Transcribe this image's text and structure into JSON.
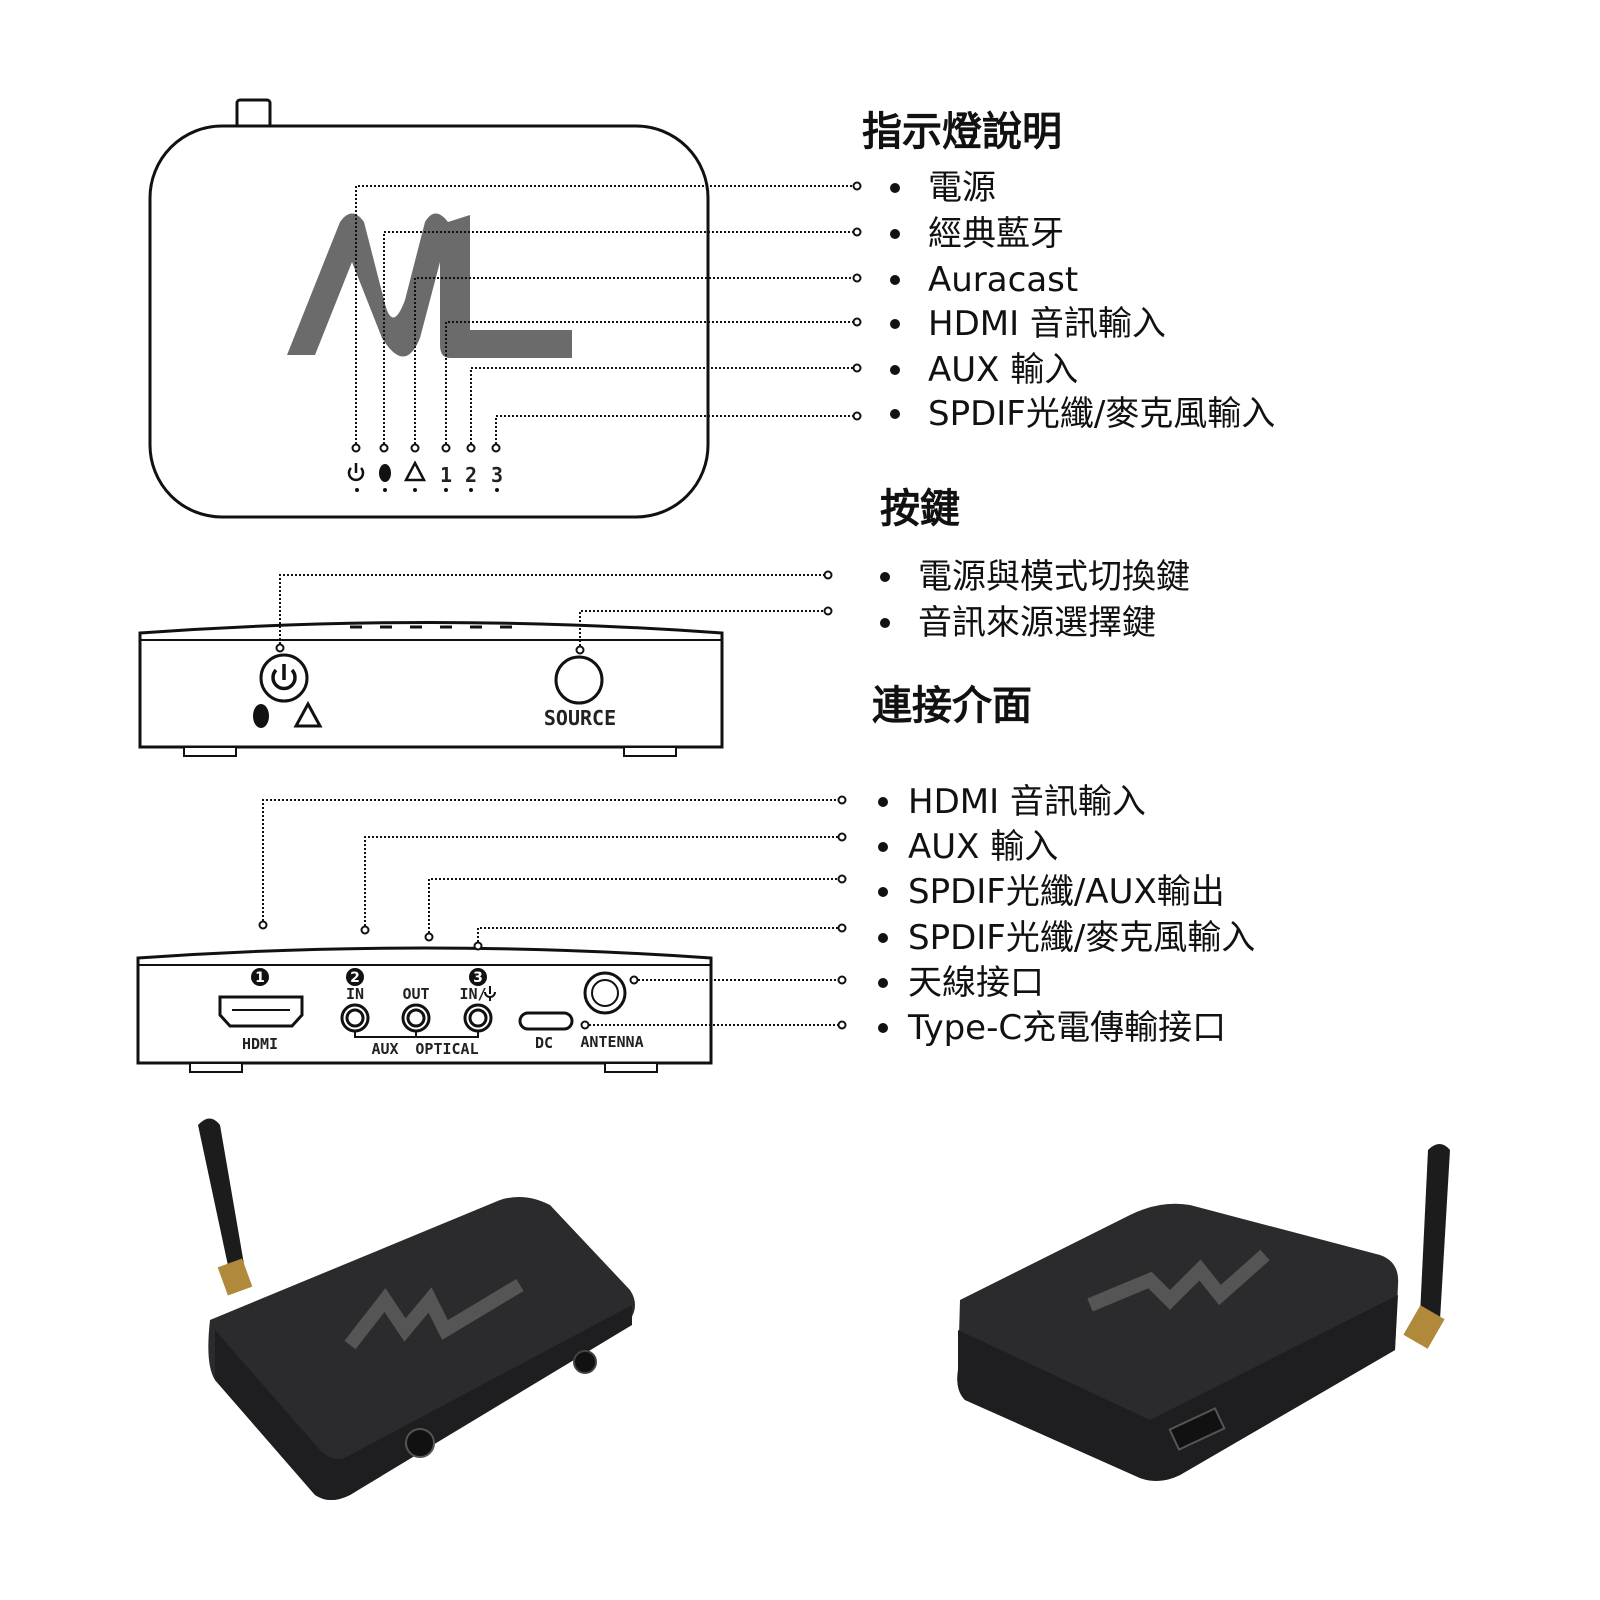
{
  "indicators": {
    "title": "指示燈說明",
    "items": [
      "電源",
      "經典藍牙",
      "Auracast",
      "HDMI 音訊輸入",
      "AUX 輸入",
      "SPDIF光纖/麥克風輸入"
    ],
    "led_labels": [
      "1",
      "2",
      "3"
    ]
  },
  "buttons": {
    "title": "按鍵",
    "items": [
      "電源與模式切換鍵",
      "音訊來源選擇鍵"
    ],
    "source_label": "SOURCE"
  },
  "ports": {
    "title": "連接介面",
    "items": [
      "HDMI 音訊輸入",
      "AUX 輸入",
      "SPDIF光纖/AUX輸出",
      "SPDIF光纖/麥克風輸入",
      "天線接口",
      "Type-C充電傳輸接口"
    ],
    "labels": {
      "hdmi": "HDMI",
      "in": "IN",
      "out": "OUT",
      "in_mic": "IN/",
      "aux": "AUX",
      "optical": "OPTICAL",
      "dc": "DC",
      "antenna": "ANTENNA",
      "n1": "1",
      "n2": "2",
      "n3": "3"
    }
  },
  "colors": {
    "device": "#2b2b2d",
    "logo": "#6b6b6b",
    "line": "#111111"
  }
}
